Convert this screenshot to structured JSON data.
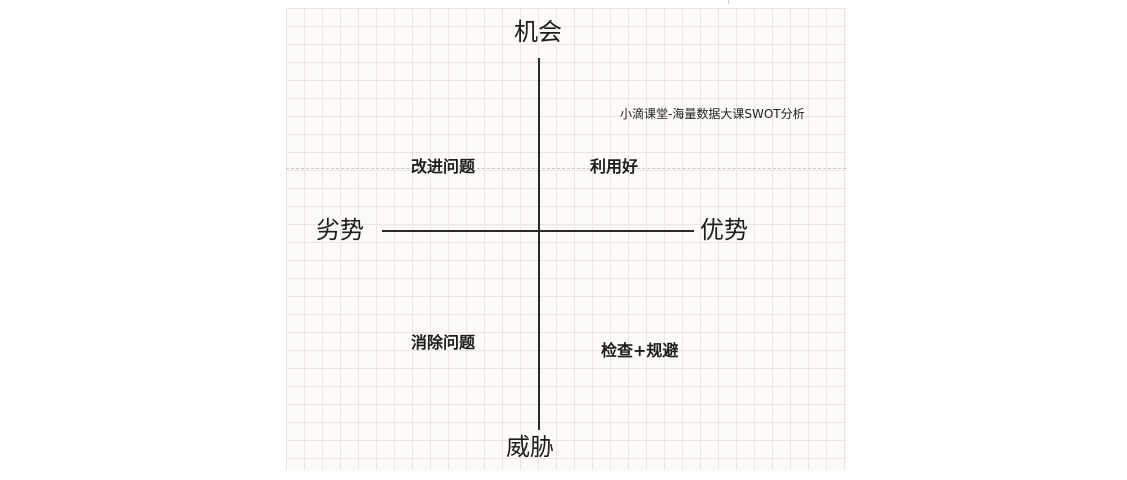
{
  "swot": {
    "top_label": "机会",
    "bottom_label": "威胁",
    "left_label": "劣势",
    "right_label": "优势",
    "caption": "小滴课堂-海量数据大课SWOT分析",
    "quadrants": {
      "top_left": "改进问题",
      "top_right": "利用好",
      "bottom_left": "消除问题",
      "bottom_right": "检查+规避"
    }
  },
  "colors": {
    "grid_line": "#ebe7df",
    "canvas_background": "#fcfbf7",
    "axis": "#2a2a2a",
    "text": "#1e1e1e"
  }
}
